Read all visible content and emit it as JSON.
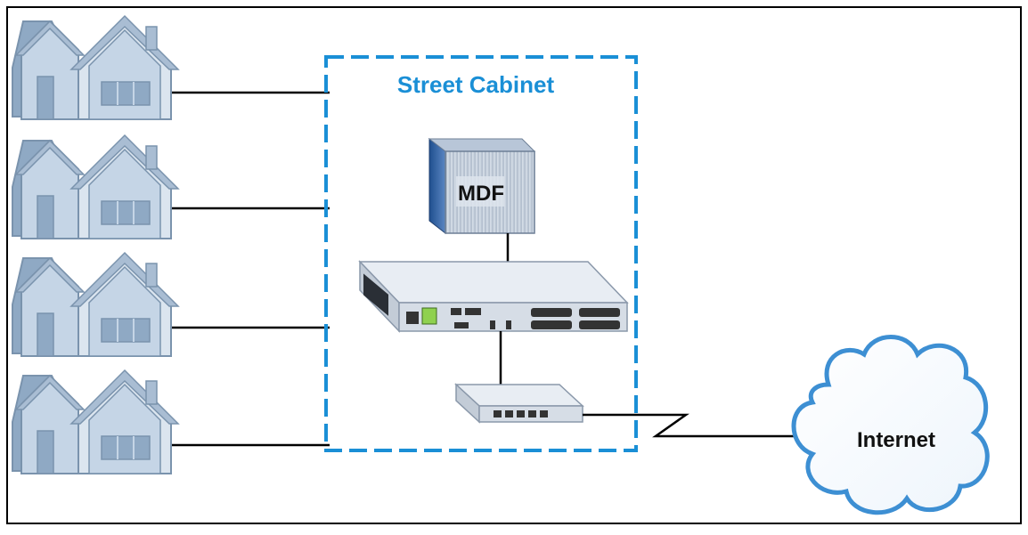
{
  "diagram": {
    "cabinet_label": "Street Cabinet",
    "mdf_label": "MDF",
    "cloud_label": "Internet",
    "houses": [
      {
        "id": "house-1"
      },
      {
        "id": "house-2"
      },
      {
        "id": "house-3"
      },
      {
        "id": "house-4"
      }
    ]
  },
  "colors": {
    "accent": "#1a8fd6",
    "house_fill": "#c5d5e6",
    "house_shade": "#8fa9c4",
    "house_stroke": "#7a93ad",
    "device_fill": "#dde4ec",
    "cloud_stroke": "#3d8fd3"
  }
}
